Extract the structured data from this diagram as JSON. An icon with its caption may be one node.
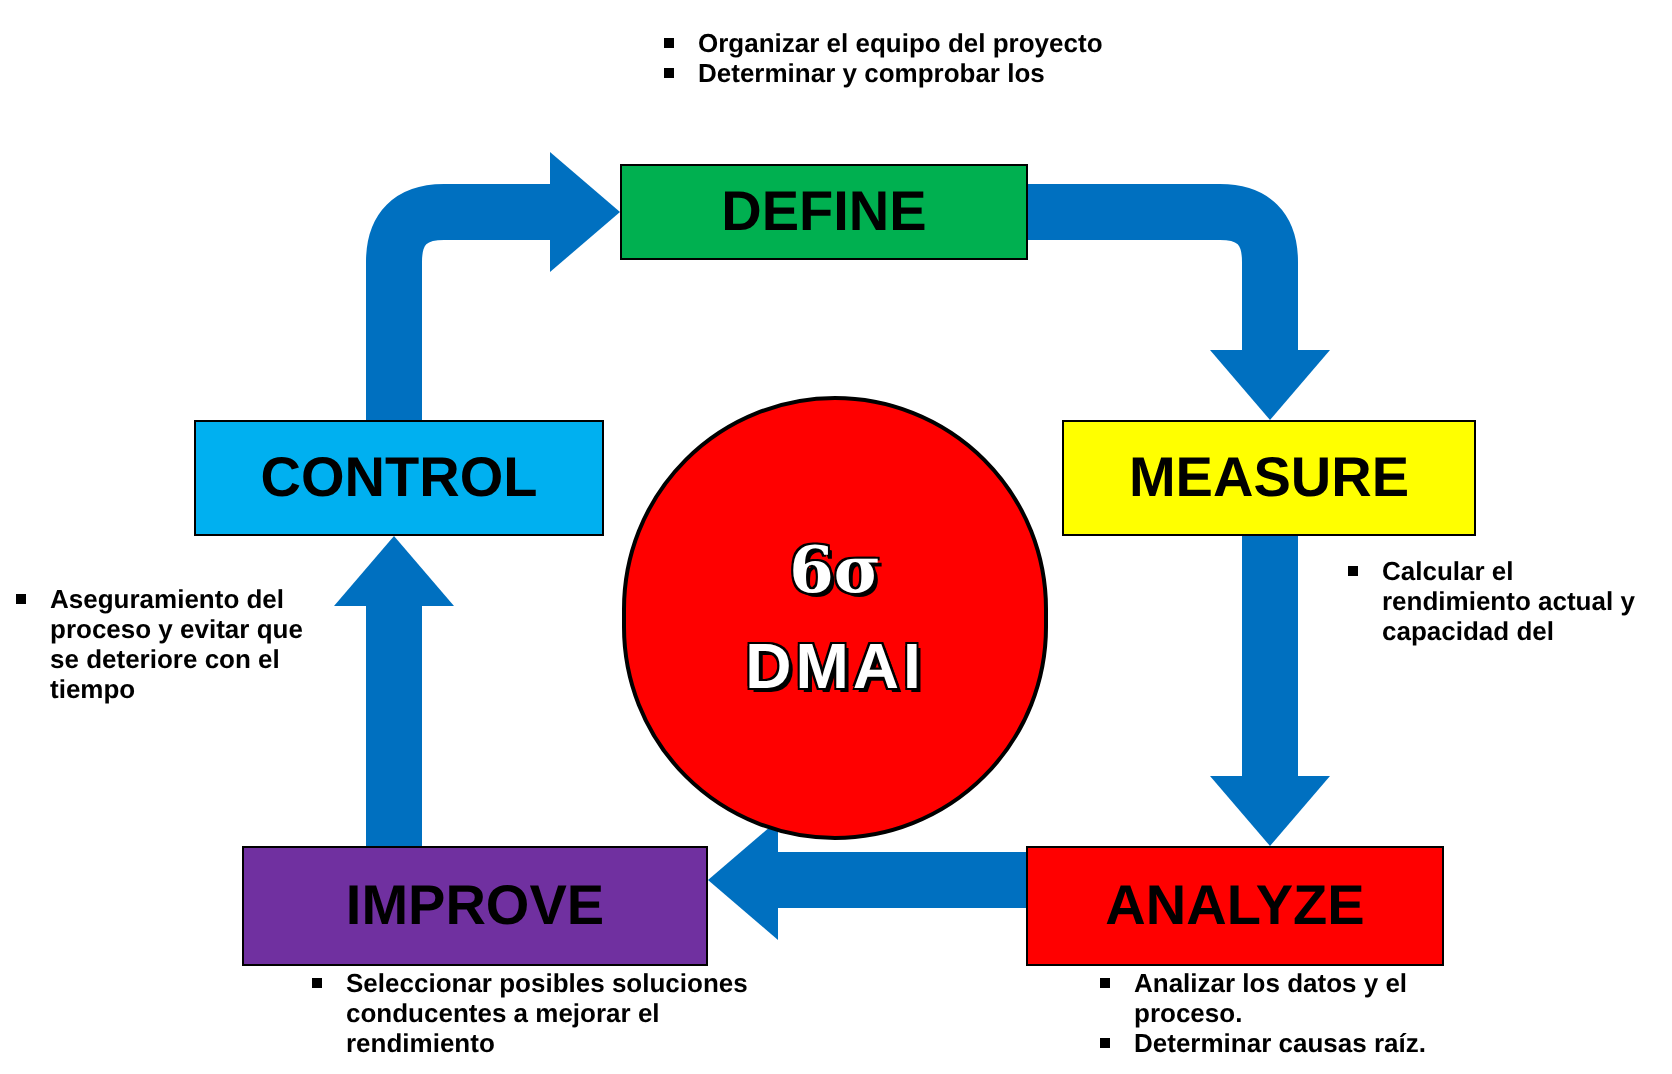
{
  "diagram": {
    "nodes": [
      {
        "text": [
          "DEFINE"
        ],
        "beside": [
          "Organizar el equipo del proyecto",
          "Determinar y comprobar los"
        ]
      },
      {
        "text": [
          "MEASURE"
        ],
        "beside": [
          "Calcular el rendimiento actual y capacidad del"
        ]
      },
      {
        "text": [
          "ANALYZE"
        ],
        "beside": [
          "Analizar los datos y el proceso.",
          "Determinar causas raíz."
        ]
      },
      {
        "text": [
          "IMPROVE"
        ],
        "beside": [
          "Seleccionar posibles soluciones conducentes a mejorar el rendimiento"
        ]
      },
      {
        "text": [
          "CONTROL"
        ],
        "beside": [
          "Aseguramiento del proceso y evitar que se deteriore con el tiempo"
        ]
      },
      {
        "text": [
          "6σ",
          "DMAI"
        ]
      }
    ],
    "edges": [
      {
        "from": 0,
        "to": 1,
        "arrow": "to"
      },
      {
        "from": 1,
        "to": 2,
        "arrow": "to"
      },
      {
        "from": 2,
        "to": 3,
        "arrow": "to"
      },
      {
        "from": 3,
        "to": 4,
        "arrow": "to"
      },
      {
        "from": 4,
        "to": 0,
        "arrow": "to"
      }
    ]
  }
}
